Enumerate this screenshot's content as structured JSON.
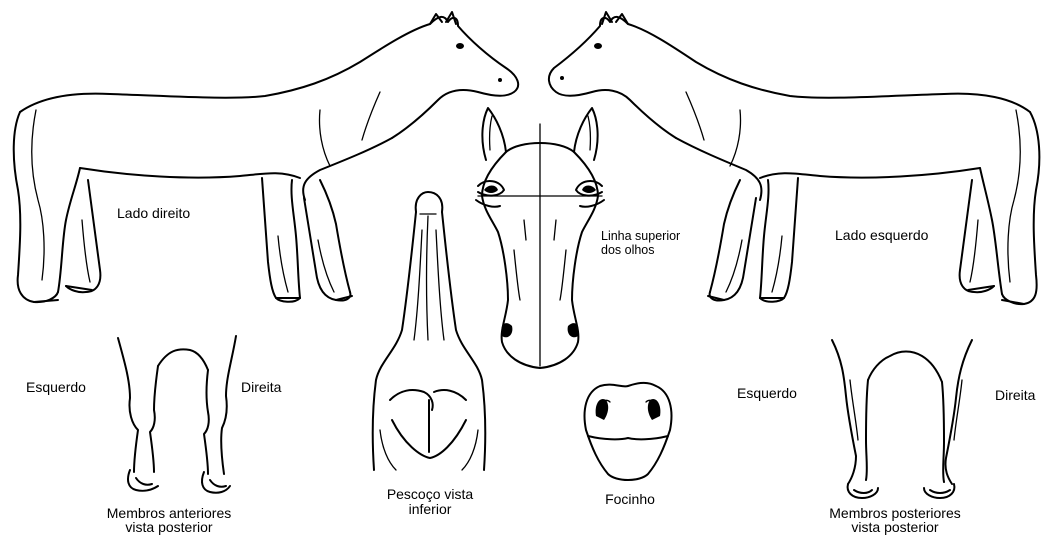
{
  "labels": {
    "lado_direito": "Lado direito",
    "lado_esquerdo": "Lado esquerdo",
    "linha_superior_1": "Linha superior",
    "linha_superior_2": "dos olhos",
    "anteriores_esquerdo": "Esquerdo",
    "anteriores_direita": "Direita",
    "anteriores_caption_1": "Membros anteriores",
    "anteriores_caption_2": "vista posterior",
    "pescoco_caption_1": "Pescoço vista",
    "pescoco_caption_2": "inferior",
    "focinho_caption": "Focinho",
    "posteriores_esquerdo": "Esquerdo",
    "posteriores_direita": "Direita",
    "posteriores_caption_1": "Membros posteriores",
    "posteriores_caption_2": "vista posterior"
  },
  "colors": {
    "ink": "#000000",
    "background": "#ffffff"
  }
}
